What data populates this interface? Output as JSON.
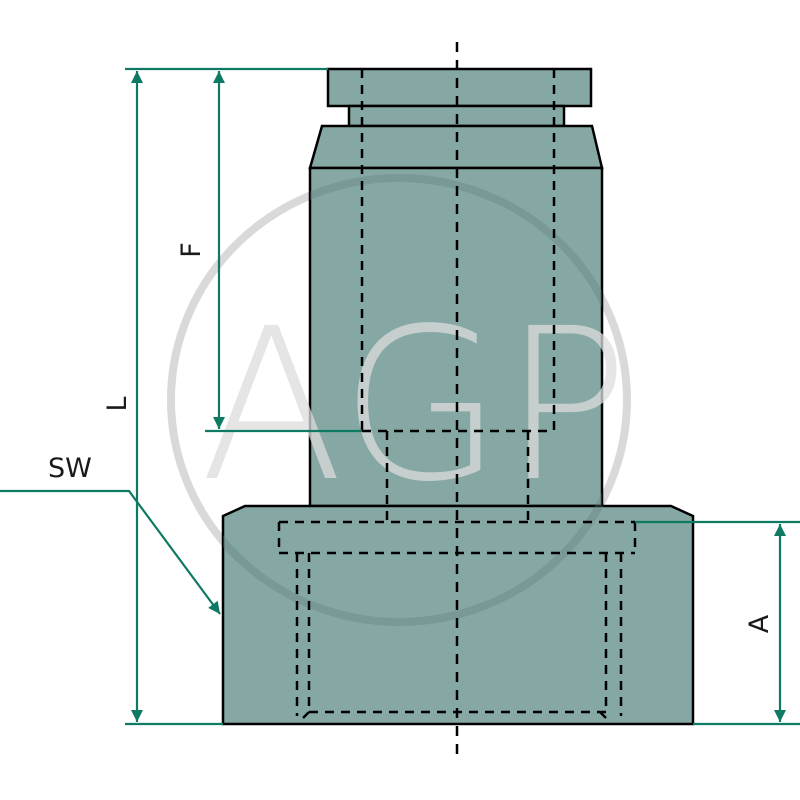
{
  "diagram": {
    "type": "technical-drawing",
    "subject": "threaded fitting / adapter cross-section view",
    "colors": {
      "part_fill": "#86a8a5",
      "outline": "#000000",
      "dimension": "#0e7a64",
      "watermark": "#d9d9d9",
      "watermark_on_part": "#74948f",
      "background": "#ffffff"
    },
    "dimensions": {
      "L": {
        "label": "L",
        "description": "overall length"
      },
      "F": {
        "label": "F",
        "description": "bore depth from top"
      },
      "A": {
        "label": "A",
        "description": "thread depth in base"
      },
      "SW": {
        "label": "SW",
        "description": "wrench size (hex flats)"
      }
    },
    "watermark": {
      "text": "AGP"
    }
  }
}
